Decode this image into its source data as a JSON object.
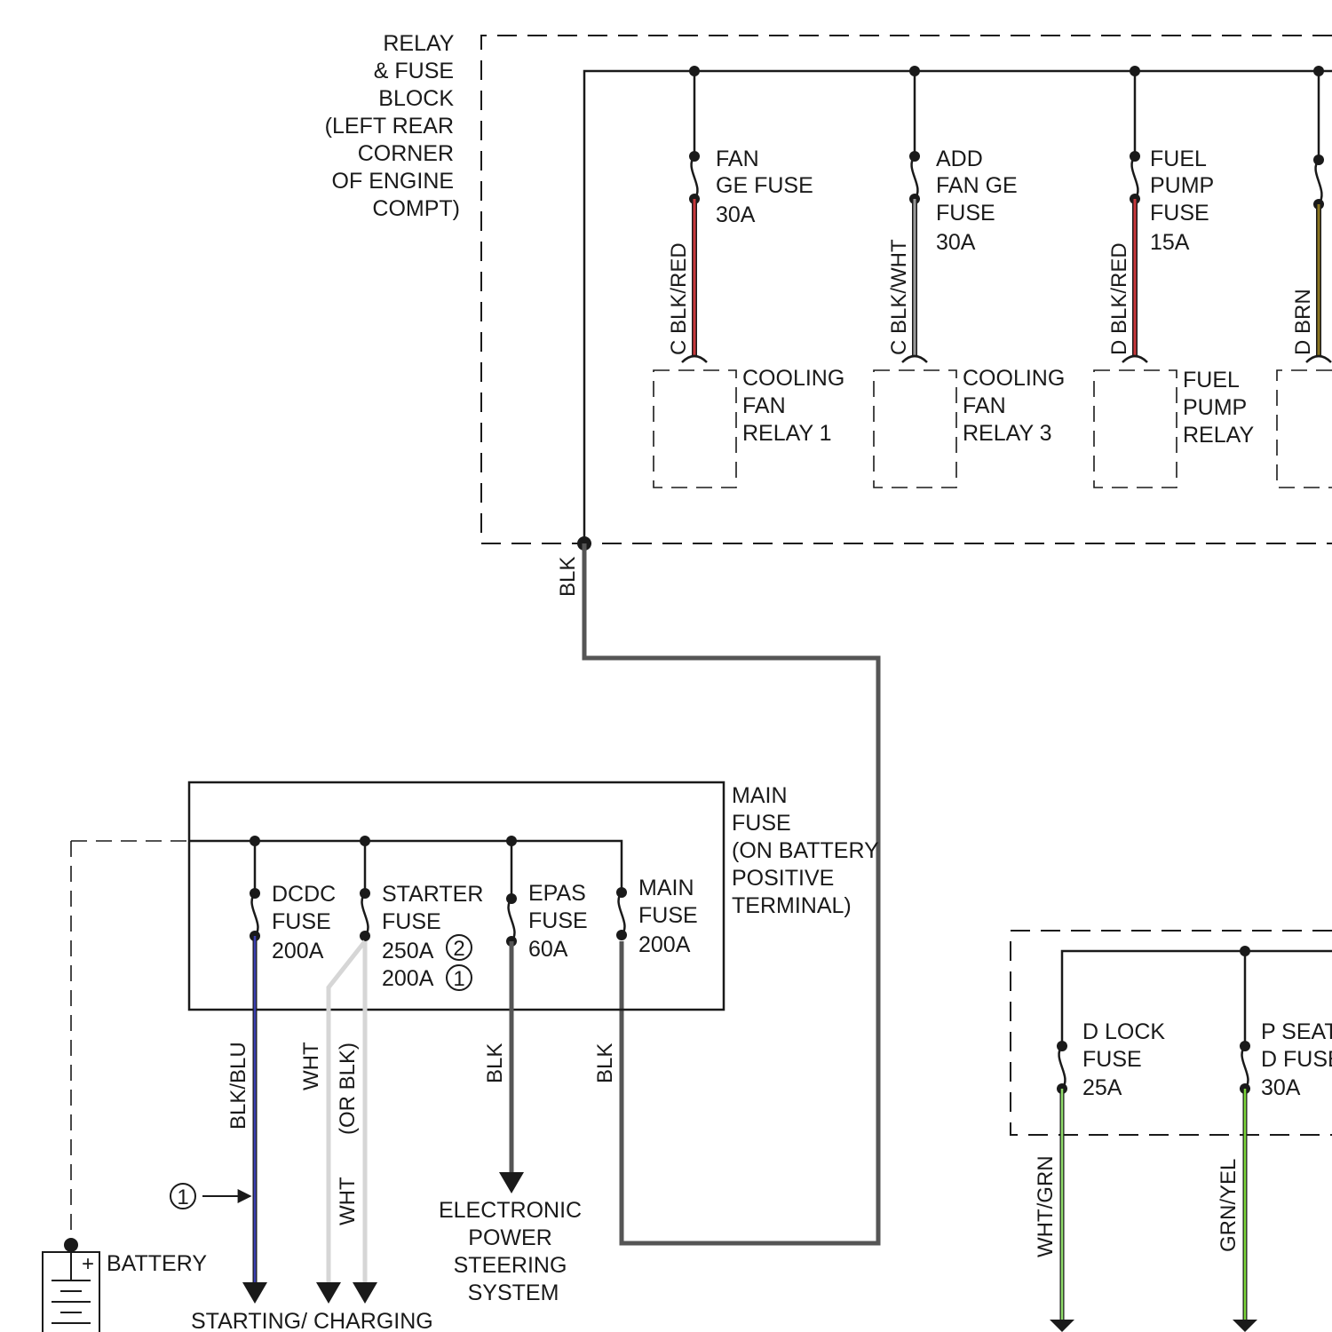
{
  "relay_block": {
    "title_lines": [
      "RELAY",
      "& FUSE",
      "BLOCK",
      "(LEFT REAR",
      "CORNER",
      "OF ENGINE",
      "COMPT)"
    ],
    "fuses": [
      {
        "lines": [
          "FAN",
          "GE FUSE",
          "30A"
        ],
        "wire_label": "C  BLK/RED",
        "wire_color": "#c8373b"
      },
      {
        "lines": [
          "ADD",
          "FAN GE",
          "FUSE",
          "30A"
        ],
        "wire_label": "C  BLK/WHT",
        "wire_color": "#9a9a9a"
      },
      {
        "lines": [
          "FUEL",
          "PUMP",
          "FUSE",
          "15A"
        ],
        "wire_label": "D  BLK/RED",
        "wire_color": "#c8373b"
      },
      {
        "lines": [],
        "wire_label": "D  BRN",
        "wire_color": "#8a7420"
      }
    ],
    "relays": [
      {
        "lines": [
          "COOLING",
          "FAN",
          "RELAY 1"
        ]
      },
      {
        "lines": [
          "COOLING",
          "FAN",
          "RELAY 3"
        ]
      },
      {
        "lines": [
          "FUEL",
          "PUMP",
          "RELAY"
        ]
      }
    ],
    "feed_wire_label": "BLK"
  },
  "main_fuse": {
    "title_lines": [
      "MAIN",
      "FUSE",
      "(ON BATTERY",
      "POSITIVE",
      "TERMINAL)"
    ],
    "fuses": [
      {
        "lines": [
          "DCDC",
          "FUSE",
          "200A"
        ]
      },
      {
        "lines": [
          "STARTER",
          "FUSE",
          "250A",
          "200A"
        ],
        "circled": [
          "2",
          "1"
        ]
      },
      {
        "lines": [
          "EPAS",
          "FUSE",
          "60A"
        ]
      },
      {
        "lines": [
          "MAIN",
          "FUSE",
          "200A"
        ]
      }
    ],
    "wire_labels": [
      "BLK/BLU",
      "WHT",
      "(OR BLK)",
      "WHT",
      "BLK",
      "BLK"
    ],
    "wire_colors": {
      "blk_blu": "#3b3fb0",
      "wht": "#d6d6d6",
      "blk": "#555555"
    }
  },
  "battery": {
    "label": "BATTERY",
    "plus": "+"
  },
  "callout": {
    "number": "1"
  },
  "destinations": {
    "epas": [
      "ELECTRONIC",
      "POWER",
      "STEERING",
      "SYSTEM"
    ],
    "starting": "STARTING/ CHARGING"
  },
  "right_block": {
    "fuses": [
      {
        "lines": [
          "D LOCK",
          "FUSE",
          "25A"
        ],
        "wire_label": "WHT/GRN",
        "wire_color": "#8fdc6a"
      },
      {
        "lines": [
          "P SEAT",
          "D FUSE",
          "30A"
        ],
        "wire_label": "GRN/YEL",
        "wire_color": "#7cd63a"
      }
    ]
  }
}
